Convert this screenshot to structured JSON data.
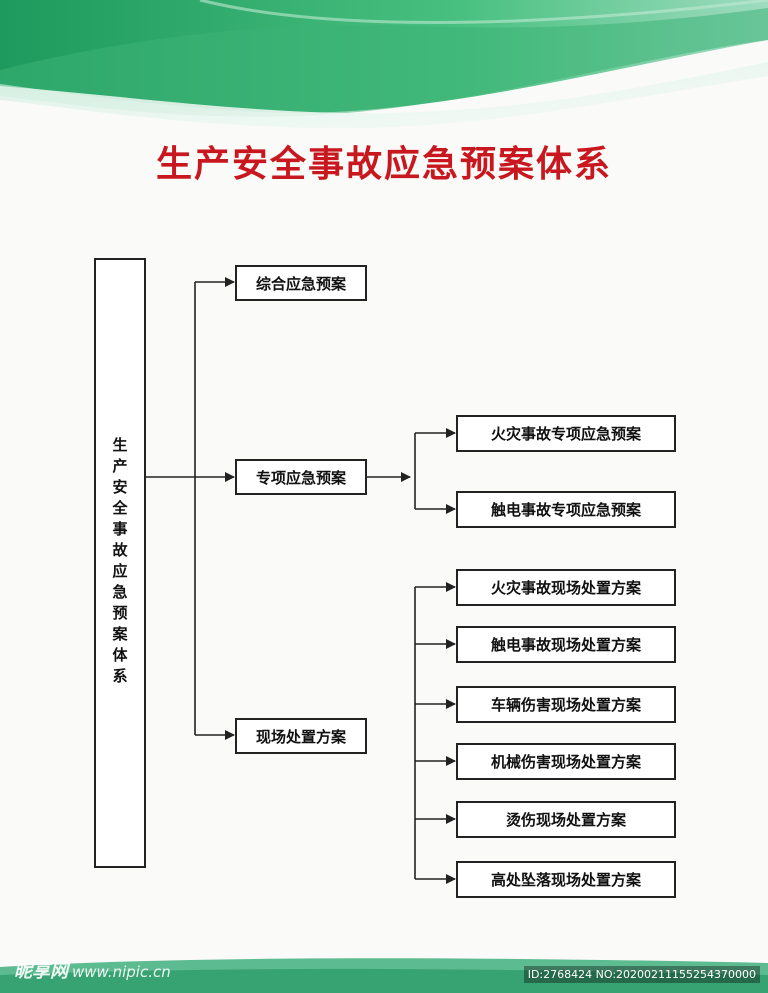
{
  "title": "生产安全事故应急预案体系",
  "root": {
    "label": "生产安全事故应急预案体系"
  },
  "level1": [
    {
      "label": "综合应急预案"
    },
    {
      "label": "专项应急预案"
    },
    {
      "label": "现场处置方案"
    }
  ],
  "special_plans": [
    {
      "label": "火灾事故专项应急预案"
    },
    {
      "label": "触电事故专项应急预案"
    }
  ],
  "onsite_plans": [
    {
      "label": "火灾事故现场处置方案"
    },
    {
      "label": "触电事故现场处置方案"
    },
    {
      "label": "车辆伤害现场处置方案"
    },
    {
      "label": "机械伤害现场处置方案"
    },
    {
      "label": "烫伤现场处置方案"
    },
    {
      "label": "高处坠落现场处置方案"
    }
  ],
  "watermark": {
    "brand": "昵享网",
    "site": "www.nipic.cn",
    "id_text": "ID:2768424 NO:20200211155254370000"
  },
  "colors": {
    "title": "#c8171e",
    "banner_green": "#2fa86a",
    "line": "#222222"
  }
}
